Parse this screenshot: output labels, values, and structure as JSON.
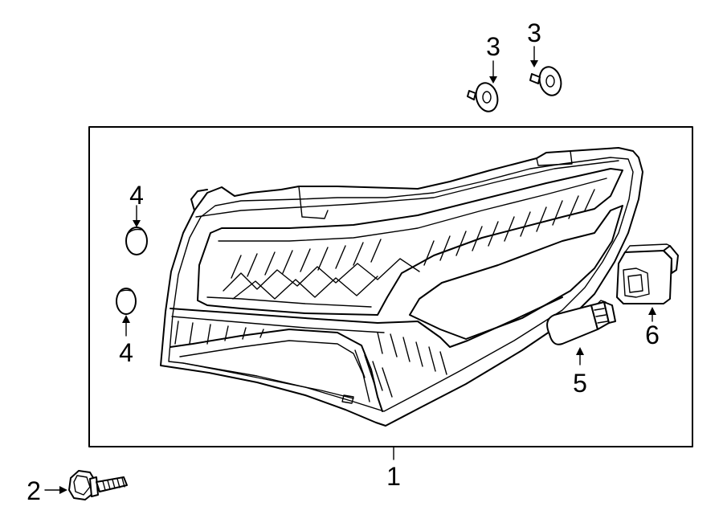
{
  "callouts": {
    "c1": "1",
    "c2": "2",
    "c3a": "3",
    "c3b": "3",
    "c4a": "4",
    "c4b": "4",
    "c5": "5",
    "c6": "6"
  },
  "colors": {
    "line": "#000000",
    "background": "#ffffff"
  }
}
